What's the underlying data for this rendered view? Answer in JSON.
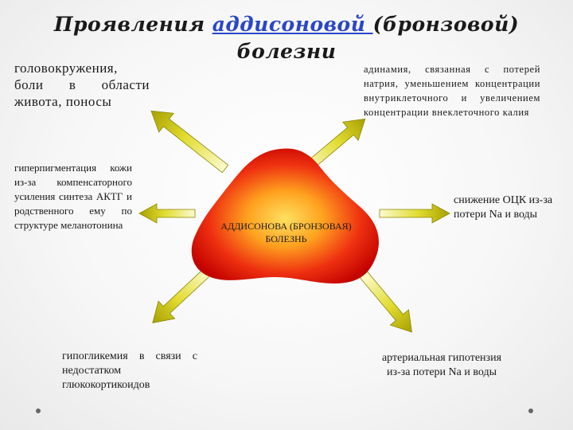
{
  "title": {
    "part1": "Проявления ",
    "highlight": "аддисоновой ",
    "part2": "(бронзовой)",
    "line2": "болезни",
    "highlight_color": "#2a46c8"
  },
  "center": {
    "label": "АДДИСОНОВА (БРОНЗОВАЯ) БОЛЕЗНЬ",
    "colors": [
      "#ffd84a",
      "#ff8a1a",
      "#e61d0a",
      "#c00000"
    ]
  },
  "manifestations": {
    "dizziness": "головокружения, боли в области живота, поносы",
    "adynamia": "адинамия, связанная с потерей натрия, уменьшением концентрации внутриклеточного и увеличением концентрации внеклеточного калия",
    "hyperpigmentation": "гиперпигментация кожи из-за компенсаторного усиления синтеза АКТГ и родственного ему по структуре меланотонина",
    "hypovolemia": "снижение ОЦК из-за потери Na и воды",
    "hypoglycemia": "гипогликемия в связи с недостатком глюкокортикоидов",
    "hypotension": "артериальная гипотензия из-за потери Na и воды"
  },
  "arrow_color": "#c8c000"
}
